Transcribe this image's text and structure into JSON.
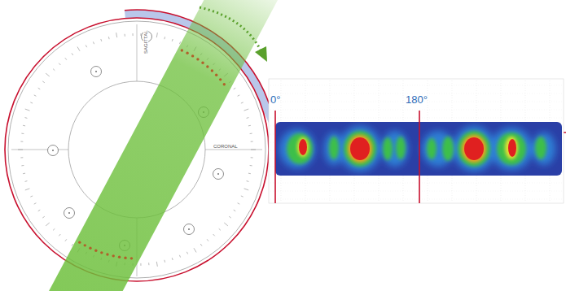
{
  "diagram": {
    "labels": [
      "SAGITTAL",
      "CORONAL",
      "0°",
      "180°"
    ]
  }
}
